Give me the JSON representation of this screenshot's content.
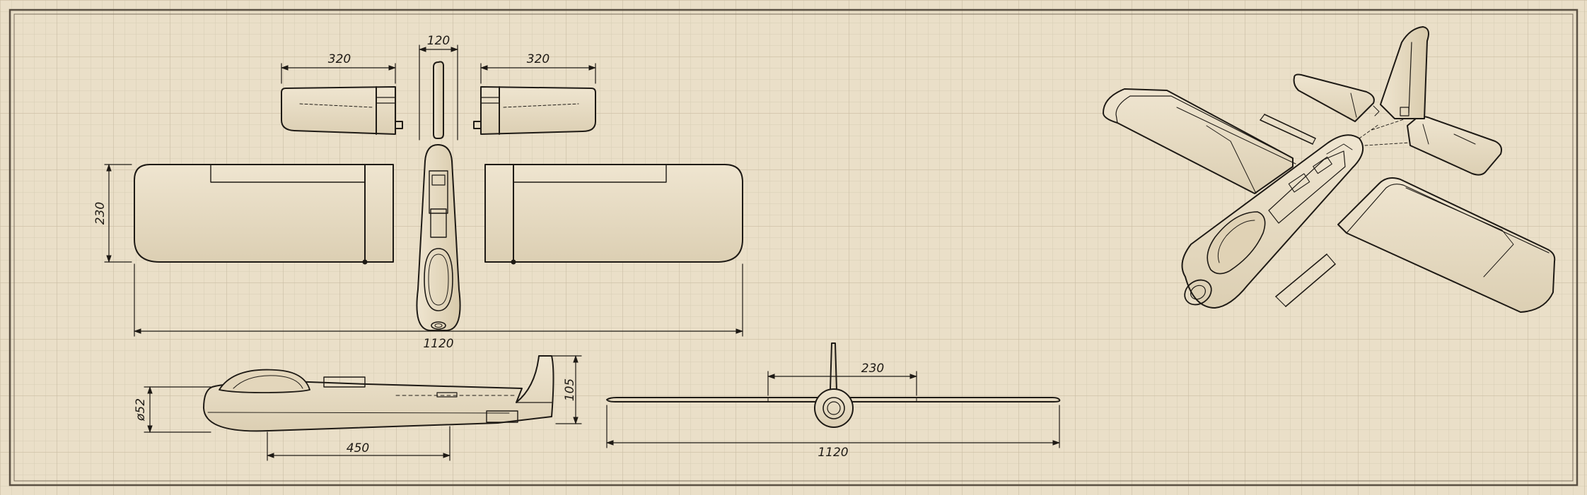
{
  "drawing": {
    "top_view": {
      "wing_span": "1120",
      "wing_chord": "230",
      "tail_left_span": "320",
      "tail_right_span": "320",
      "fin_width": "120"
    },
    "side_view": {
      "fuselage_diameter": "ø52",
      "fin_height": "105",
      "fuselage_length": "450"
    },
    "front_view": {
      "wing_span": "1120",
      "center_section": "230"
    }
  },
  "colors": {
    "paper": "#eadfc8",
    "grid_minor": "#d7ccb5",
    "grid_major": "#c9bca2",
    "ink": "#1e1a15",
    "part_fill": "#e6dac1"
  }
}
